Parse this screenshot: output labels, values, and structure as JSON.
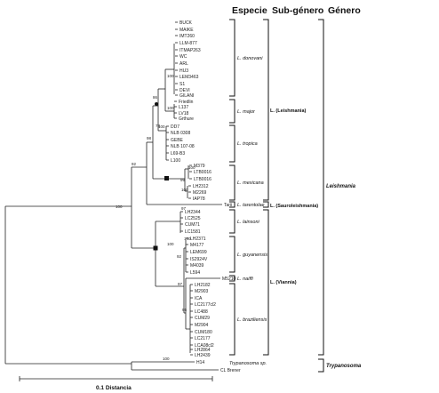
{
  "headers": {
    "especie": "Especie",
    "subgenero": "Sub-género",
    "genero": "Género"
  },
  "leaves": [
    "BUCK",
    "MAIKE",
    "IMT260",
    "LLM-877",
    "ITMAP263",
    "WC",
    "ARL",
    "HU3",
    "LEM3463",
    "S1",
    "DEVI",
    "GILANI",
    "Friedlin",
    "L137",
    "LV18",
    "Grthure",
    "DD7",
    "NLB 0308",
    "GEBE",
    "NLB 107-08",
    "L69-B3",
    "L100",
    "M379",
    "LTB0016",
    "LTB0016",
    "LH2312",
    "M2269",
    "IAP78",
    "Tarii",
    "LH2344",
    "LC2525",
    "CUM71",
    "LC1581",
    "LH2371",
    "M4177",
    "LEM699",
    "IS2924V",
    "M4039",
    "L594",
    "M5210",
    "LH2182",
    "M2903",
    "ICA",
    "LC2177cl2",
    "LC488",
    "CUM29",
    "M2904",
    "CUM180",
    "LC2177",
    "LCA08cl2",
    "LH2864",
    "LH2439",
    "H14",
    "CL Brener"
  ],
  "bootstrap": [
    "100",
    "100",
    "100",
    "86",
    "73",
    "98",
    "100",
    "99",
    "100",
    "92",
    "100",
    "97",
    "100",
    "92",
    "97",
    "95",
    "100",
    "100"
  ],
  "species": [
    "L. donovani",
    "L. major",
    "L. tropica",
    "L. mexicana",
    "L. tarentolae",
    "L. lainsoni",
    "L. guyanensis",
    "L. naiffi",
    "L. braziliensis",
    "Trypanosoma sp."
  ],
  "subgenera": [
    "L. (Leishmania)",
    "L. (Sauroleishmania)",
    "L. (Viannia)"
  ],
  "genera": [
    "Leishmania",
    "Trypanosoma"
  ],
  "scale_label": "0.1 Distancia"
}
